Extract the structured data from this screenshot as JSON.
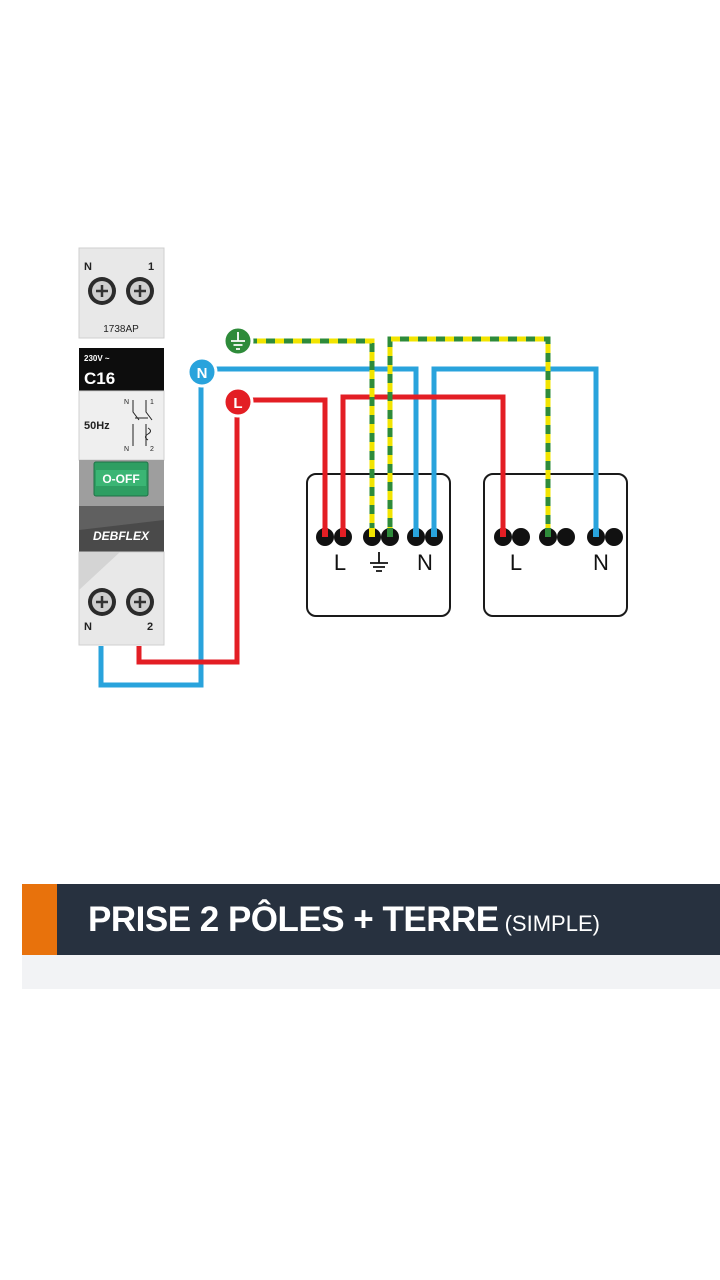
{
  "colors": {
    "phase": "#e31e24",
    "neutral": "#29a3dc",
    "earth_green": "#2e8b3a",
    "earth_yellow": "#f2e400",
    "title_bg": "#27313f",
    "accent": "#e8720c",
    "breaker_body": "#e9e9e9",
    "breaker_label_bg": "#0d0d0d"
  },
  "breaker": {
    "top_left_label": "N",
    "top_right_label": "1",
    "model": "1738AP",
    "voltage": "230V ~",
    "rating": "C16",
    "frequency": "50Hz",
    "symbol_n": "N",
    "symbol_1": "1",
    "symbol_n2": "N",
    "symbol_2": "2",
    "switch_label": "O-OFF",
    "brand": "DEBFLEX",
    "bottom_left_label": "N",
    "bottom_right_label": "2"
  },
  "wire_tags": {
    "earth_icon": "earth-symbol",
    "neutral": "N",
    "phase": "L"
  },
  "outlet_1": {
    "label_phase": "L",
    "label_earth_icon": "earth-symbol",
    "label_neutral": "N"
  },
  "outlet_2": {
    "label_phase": "L",
    "label_neutral": "N"
  },
  "title": {
    "main": "PRISE 2 PÔLES + TERRE",
    "sub": "(SIMPLE)"
  }
}
